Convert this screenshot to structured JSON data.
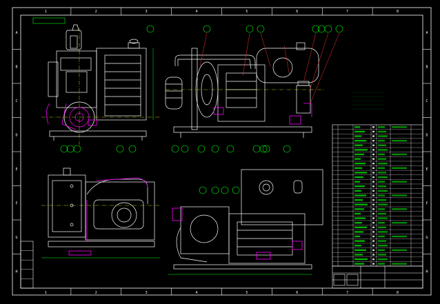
{
  "sheet": {
    "drawing_title_tag": "",
    "zone_columns": [
      "1",
      "2",
      "3",
      "4",
      "5",
      "6",
      "7",
      "8"
    ],
    "zone_rows": [
      "A",
      "B",
      "C",
      "D",
      "E",
      "F",
      "G",
      "H"
    ],
    "section_mark": ""
  },
  "front_view": {
    "top_callouts": [
      "",
      "",
      "",
      "",
      "",
      "",
      "",
      ""
    ],
    "bottom_callouts": [
      "",
      "",
      "",
      "",
      "",
      "",
      "",
      "",
      "",
      "",
      "",
      "",
      ""
    ]
  },
  "side_view": {
    "top_callouts": [
      ""
    ]
  },
  "plan_view": {
    "callouts": [
      "",
      "",
      "",
      ""
    ]
  },
  "technical_notes": {
    "title": "",
    "lines": [
      "",
      "",
      "",
      "",
      ""
    ]
  },
  "parts_list": {
    "columns": [
      "",
      "",
      "",
      "",
      "",
      ""
    ],
    "row_count": 31,
    "rows": []
  },
  "revision_block": {
    "rows": [
      "",
      "",
      "",
      "",
      ""
    ]
  },
  "title_block": {
    "drawing_name": "",
    "drawing_number": "",
    "company": ""
  },
  "colors": {
    "background": "#000000",
    "frame": "#ffffff",
    "geometry": "#ffffff",
    "callout_circle": "#00ff00",
    "leader_line": "#ff3333",
    "hatch_and_detail": "#ff00ff",
    "note_text": "#00ff00",
    "center_line": "#ffff00"
  }
}
